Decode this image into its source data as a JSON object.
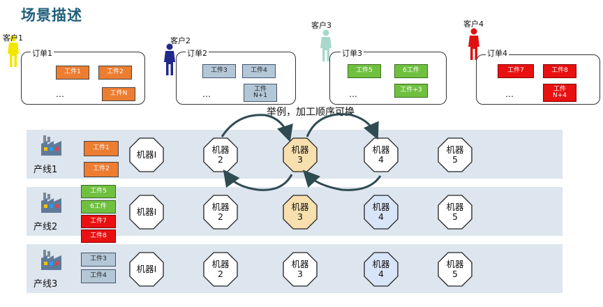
{
  "title": "场景描述",
  "customers": [
    {
      "label": "客户1",
      "color": "#f2e600",
      "order": {
        "label": "订单1",
        "dots": "…",
        "parts": [
          {
            "label": "工件1",
            "color": "orange"
          },
          {
            "label": "工件2",
            "color": "orange"
          },
          {
            "label": "工件N",
            "color": "orange"
          }
        ]
      }
    },
    {
      "label": "客户2",
      "color": "#1f2a8a",
      "order": {
        "label": "订单2",
        "dots": "…",
        "parts": [
          {
            "label": "工件3",
            "color": "grey"
          },
          {
            "label": "工件4",
            "color": "grey"
          },
          {
            "label": "工件\nN+1",
            "color": "grey"
          }
        ]
      }
    },
    {
      "label": "客户3",
      "color": "#a8d8cc",
      "order": {
        "label": "订单3",
        "dots": "…",
        "parts": [
          {
            "label": "工件5",
            "color": "green"
          },
          {
            "label": "6工件",
            "color": "green"
          },
          {
            "label": "工件+3",
            "color": "green"
          }
        ]
      }
    },
    {
      "label": "客户4",
      "color": "#e01010",
      "order": {
        "label": "订单4",
        "dots": "…",
        "parts": [
          {
            "label": "工件7",
            "color": "red"
          },
          {
            "label": "工件8",
            "color": "red"
          },
          {
            "label": "工件\nN+4",
            "color": "red"
          }
        ]
      }
    }
  ],
  "swap_note": "举例，加工顺序可换",
  "lines": [
    {
      "label": "产线1",
      "parts": [
        {
          "label": "工件1",
          "color": "orange"
        },
        {
          "label": "工件2",
          "color": "orange"
        }
      ],
      "machines": [
        {
          "l1": "机器I",
          "l2": "",
          "fill": "#ffffff"
        },
        {
          "l1": "机器",
          "l2": "2",
          "fill": "#ffffff"
        },
        {
          "l1": "机器",
          "l2": "3",
          "fill": "#f7dfae"
        },
        {
          "l1": "机器",
          "l2": "4",
          "fill": "#ffffff"
        },
        {
          "l1": "机器",
          "l2": "5",
          "fill": "#ffffff"
        }
      ]
    },
    {
      "label": "产线2",
      "parts": [
        {
          "label": "工件5",
          "color": "green"
        },
        {
          "label": "6工件",
          "color": "green"
        },
        {
          "label": "工件7",
          "color": "red"
        },
        {
          "label": "工件8",
          "color": "red"
        }
      ],
      "machines": [
        {
          "l1": "机器I",
          "l2": "",
          "fill": "#ffffff"
        },
        {
          "l1": "机器",
          "l2": "2",
          "fill": "#ffffff"
        },
        {
          "l1": "机器",
          "l2": "3",
          "fill": "#f7dfae"
        },
        {
          "l1": "机器",
          "l2": "4",
          "fill": "#d8e4f8"
        },
        {
          "l1": "机器",
          "l2": "5",
          "fill": "#ffffff"
        }
      ]
    },
    {
      "label": "产线3",
      "parts": [
        {
          "label": "工件3",
          "color": "grey"
        },
        {
          "label": "工件4",
          "color": "grey"
        }
      ],
      "machines": [
        {
          "l1": "机器I",
          "l2": "",
          "fill": "#ffffff"
        },
        {
          "l1": "机器",
          "l2": "2",
          "fill": "#ffffff"
        },
        {
          "l1": "机器",
          "l2": "3",
          "fill": "#ffffff"
        },
        {
          "l1": "机器",
          "l2": "4",
          "fill": "#d8e4f8"
        },
        {
          "l1": "机器",
          "l2": "5",
          "fill": "#ffffff"
        }
      ]
    }
  ],
  "colors": {
    "band": "#dde5ee",
    "arrow": "#2f4b52",
    "title": "#1f5f7a"
  },
  "icons": {
    "customer": "person-icon",
    "line": "factory-icon",
    "machine": "octagon-machine-icon"
  }
}
